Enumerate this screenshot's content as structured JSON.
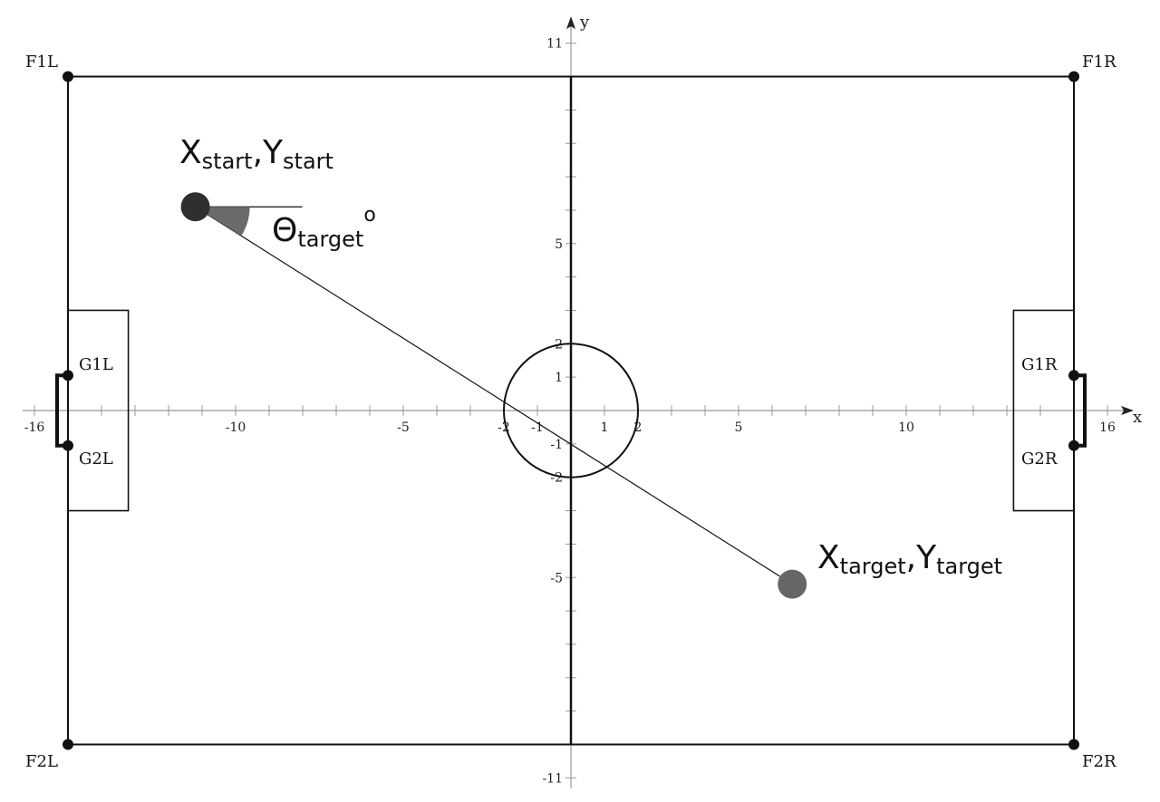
{
  "axes": {
    "x_label": "x",
    "y_label": "y",
    "x_tick_labels": [
      {
        "value": -16,
        "text": "-16"
      },
      {
        "value": -10,
        "text": "-10"
      },
      {
        "value": -5,
        "text": "-5"
      },
      {
        "value": -2,
        "text": "-2"
      },
      {
        "value": -1,
        "text": "-1"
      },
      {
        "value": 1,
        "text": "1"
      },
      {
        "value": 2,
        "text": "2"
      },
      {
        "value": 5,
        "text": "5"
      },
      {
        "value": 10,
        "text": "10"
      },
      {
        "value": 16,
        "text": "16"
      }
    ],
    "y_tick_labels": [
      {
        "value": 11,
        "text": "11"
      },
      {
        "value": 5,
        "text": "5"
      },
      {
        "value": 2,
        "text": "2"
      },
      {
        "value": 1,
        "text": "1"
      },
      {
        "value": -1,
        "text": "-1"
      },
      {
        "value": -2,
        "text": "-2"
      },
      {
        "value": -5,
        "text": "-5"
      },
      {
        "value": -11,
        "text": "-11"
      }
    ],
    "x_range": [
      -16,
      16
    ],
    "y_range": [
      -11,
      11
    ]
  },
  "field": {
    "corners": {
      "F1L": {
        "label": "F1L",
        "x": -15,
        "y": 10
      },
      "F1R": {
        "label": "F1R",
        "x": 15,
        "y": 10
      },
      "F2L": {
        "label": "F2L",
        "x": -15,
        "y": -10
      },
      "F2R": {
        "label": "F2R",
        "x": 15,
        "y": -10
      }
    },
    "goals": {
      "G1L": {
        "label": "G1L",
        "x": -15,
        "y": 1.05
      },
      "G2L": {
        "label": "G2L",
        "x": -15,
        "y": -1.05
      },
      "G1R": {
        "label": "G1R",
        "x": 15,
        "y": 1.05
      },
      "G2R": {
        "label": "G2R",
        "x": 15,
        "y": -1.05
      }
    },
    "goal_box_half_height": 3,
    "goal_box_depth": 1.8,
    "center_circle_radius": 2
  },
  "start": {
    "x": -11.2,
    "y": 6.1,
    "label_main_1": "X",
    "label_sub_1": "start",
    "label_sep": ",",
    "label_main_2": "Y",
    "label_sub_2": "start"
  },
  "target": {
    "x": 6.6,
    "y": -5.2,
    "label_main_1": "X",
    "label_sub_1": "target",
    "label_sep": ",",
    "label_main_2": "Y",
    "label_sub_2": "target"
  },
  "angle": {
    "label_main": "Θ",
    "label_sub": "target",
    "label_sup": "o"
  },
  "colors": {
    "line": "#111111",
    "start_dot": "#2f2f2f",
    "target_dot": "#666666",
    "angle_wedge": "#6a6a6a",
    "axis": "#999999"
  }
}
